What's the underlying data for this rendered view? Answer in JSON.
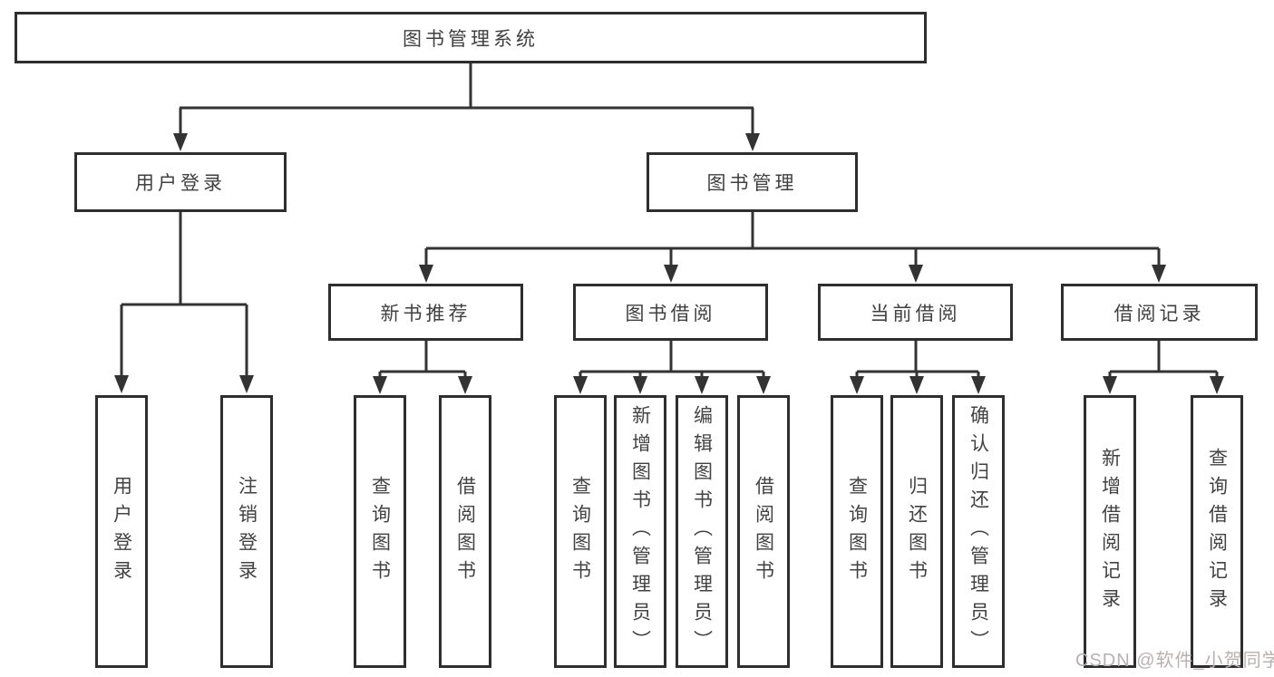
{
  "diagram": {
    "title": "图书管理系统",
    "branches": [
      {
        "label": "用户登录",
        "children": [
          {
            "label": "用户登录"
          },
          {
            "label": "注销登录"
          }
        ]
      },
      {
        "label": "图书管理",
        "children": [
          {
            "label": "新书推荐",
            "children": [
              {
                "label": "查询图书"
              },
              {
                "label": "借阅图书"
              }
            ]
          },
          {
            "label": "图书借阅",
            "children": [
              {
                "label": "查询图书"
              },
              {
                "label": "新增图书（管理员）"
              },
              {
                "label": "编辑图书（管理员）"
              },
              {
                "label": "借阅图书"
              }
            ]
          },
          {
            "label": "当前借阅",
            "children": [
              {
                "label": "查询图书"
              },
              {
                "label": "归还图书"
              },
              {
                "label": "确认归还（管理员）"
              }
            ]
          },
          {
            "label": "借阅记录",
            "children": [
              {
                "label": "新增借阅记录"
              },
              {
                "label": "查询借阅记录"
              }
            ]
          }
        ]
      }
    ],
    "watermark": "CSDN @软件_小贺同学",
    "colors": {
      "line": "#333333",
      "box_border": "#2e2e2e",
      "text": "#404040",
      "watermark": "#b9b1b1",
      "background": "#ffffff"
    }
  }
}
